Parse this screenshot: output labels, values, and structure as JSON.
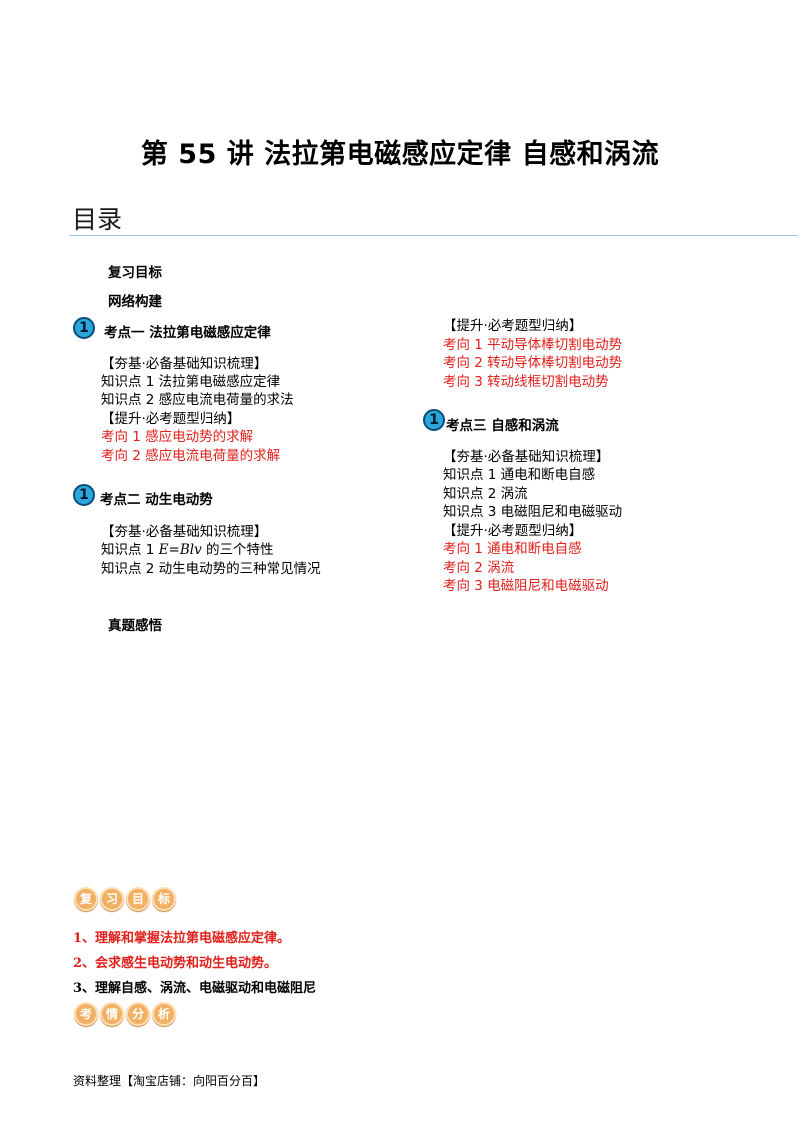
{
  "title": "第 55 讲  法拉第电磁感应定律  自感和涡流",
  "toc_heading": "目录",
  "toc": {
    "review_goal": "复习目标",
    "network": "网络构建",
    "kaodian1": {
      "badge": "1",
      "label": "考点一    法拉第电磁感应定律",
      "basis_head": "【夯基·必备基础知识梳理】",
      "points": [
        "知识点 1  法拉第电磁感应定律",
        "知识点 2  感应电流电荷量的求法"
      ],
      "improve_head": "【提升·必考题型归纳】",
      "directions": [
        "考向 1  感应电动势的求解",
        "考向 2  感应电流电荷量的求解"
      ]
    },
    "kaodian2": {
      "badge": "1",
      "label": "考点二    动生电动势",
      "basis_head": "【夯基·必备基础知识梳理】",
      "point1_prefix": "知识点 1  ",
      "point1_formula": "E=Blv",
      "point1_suffix": " 的三个特性",
      "point2": "知识点 2  动生电动势的三种常见情况"
    },
    "kaodian2_right": {
      "improve_head": "【提升·必考题型归纳】",
      "directions": [
        "考向 1  平动导体棒切割电动势",
        "考向 2  转动导体棒切割电动势",
        "考向 3  转动线框切割电动势"
      ]
    },
    "kaodian3": {
      "badge": "1",
      "label": "考点三    自感和涡流",
      "basis_head": "【夯基·必备基础知识梳理】",
      "points": [
        "知识点 1  通电和断电自感",
        "知识点 2  涡流",
        "知识点 3  电磁阻尼和电磁驱动"
      ],
      "improve_head": "【提升·必考题型归纳】",
      "directions": [
        "考向 1  通电和断电自感",
        "考向 2  涡流",
        "考向 3  电磁阻尼和电磁驱动"
      ]
    },
    "real_exam": "真题感悟"
  },
  "goal_badge": [
    "复",
    "习",
    "目",
    "标"
  ],
  "objectives": [
    "1、理解和掌握法拉第电磁感应定律。",
    "2、会求感生电动势和动生电动势。",
    "3、理解自感、涡流、电磁驱动和电磁阻尼"
  ],
  "analysis_badge": [
    "考",
    "情",
    "分",
    "析"
  ],
  "footer": "资料整理【淘宝店铺：向阳百分百】",
  "colors": {
    "red": "#e0201c",
    "badge_blue": "#2aa6dc",
    "pill_orange": "#f1b063",
    "rule": "#9ec7e6"
  }
}
